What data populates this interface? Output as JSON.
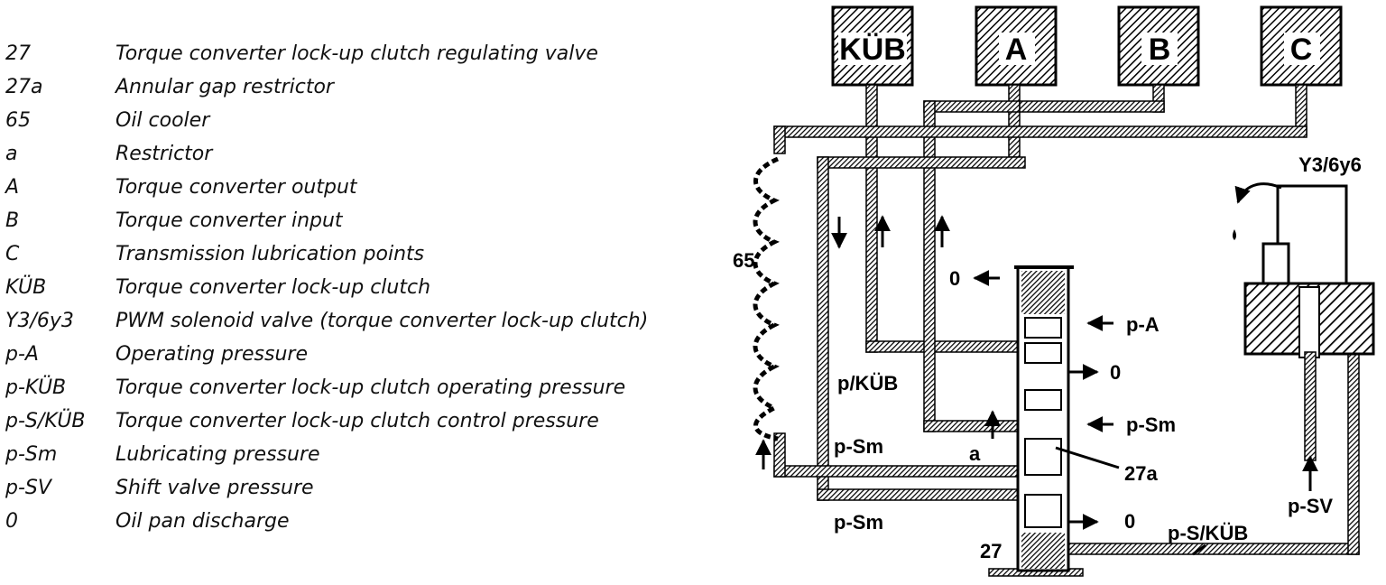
{
  "legend": [
    {
      "code": "27",
      "description": "Torque converter lock-up clutch regulating valve"
    },
    {
      "code": "27a",
      "description": "Annular gap restrictor"
    },
    {
      "code": "65",
      "description": "Oil cooler"
    },
    {
      "code": "a",
      "description": "Restrictor"
    },
    {
      "code": "A",
      "description": "Torque converter output"
    },
    {
      "code": "B",
      "description": "Torque converter input"
    },
    {
      "code": "C",
      "description": "Transmission lubrication points"
    },
    {
      "code": "KÜB",
      "description": "Torque converter lock-up clutch"
    },
    {
      "code": "Y3/6y3",
      "description": "PWM solenoid valve (torque converter lock-up clutch)"
    },
    {
      "code": "p-A",
      "description": "Operating pressure"
    },
    {
      "code": "p-KÜB",
      "description": "Torque converter lock-up clutch operating pressure"
    },
    {
      "code": "p-S/KÜB",
      "description": "Torque converter lock-up clutch control pressure"
    },
    {
      "code": "p-Sm",
      "description": "Lubricating pressure"
    },
    {
      "code": "p-SV",
      "description": "Shift valve pressure"
    },
    {
      "code": "0",
      "description": "Oil pan discharge"
    }
  ],
  "diagram": {
    "boxes": {
      "kub": "KÜB",
      "a": "A",
      "b": "B",
      "c": "C"
    },
    "labels": {
      "solenoid": "Y3/6y6",
      "cooler": "65",
      "zero_top": "0",
      "zero_mid": "0",
      "zero_bottom": "0",
      "pa": "p-A",
      "pkub": "p/KÜB",
      "psm_right": "p-Sm",
      "psm_upper": "p-Sm",
      "psm_lower": "p-Sm",
      "restrictor": "a",
      "restrictor_annular": "27a",
      "valve": "27",
      "psv": "p-SV",
      "pskub": "p-S/KÜB"
    }
  }
}
